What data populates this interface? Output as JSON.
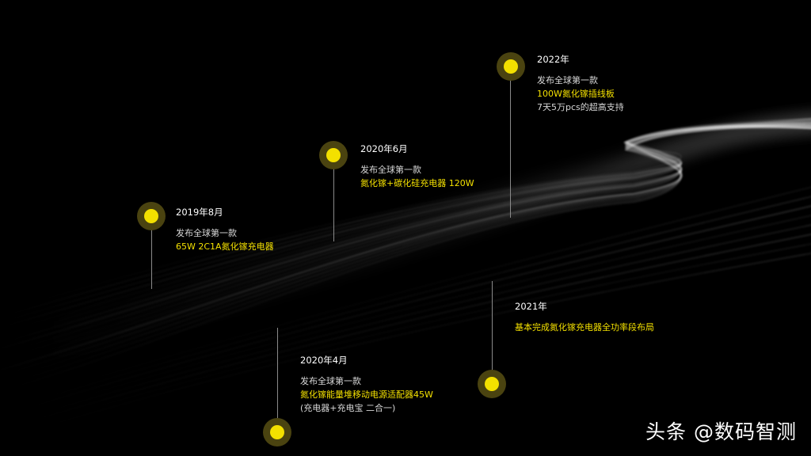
{
  "events": [
    {
      "id": "2019-08",
      "year": "2019年8月",
      "lines": [
        {
          "text": "发布全球第一款",
          "hl": false
        },
        {
          "text": "65W 2C1A氮化镓充电器",
          "hl": true
        }
      ]
    },
    {
      "id": "2020-06",
      "year": "2020年6月",
      "lines": [
        {
          "text": "发布全球第一款",
          "hl": false
        },
        {
          "text": "氮化镓+碳化硅充电器 120W",
          "hl": true
        }
      ]
    },
    {
      "id": "2022",
      "year": "2022年",
      "lines": [
        {
          "text": "发布全球第一款",
          "hl": false
        },
        {
          "text": "100W氮化镓插线板",
          "hl": true
        },
        {
          "text": "7天5万pcs的超高支持",
          "hl": false
        }
      ]
    },
    {
      "id": "2020-04",
      "year": "2020年4月",
      "lines": [
        {
          "text": "发布全球第一款",
          "hl": false
        },
        {
          "text": "氮化镓能量堆移动电源适配器45W",
          "hl": true
        },
        {
          "text": "(充电器+充电宝 二合一)",
          "hl": false
        }
      ]
    },
    {
      "id": "2021",
      "year": "2021年",
      "lines": [
        {
          "text": "基本完成氮化镓充电器全功率段布局",
          "hl": true
        }
      ]
    }
  ],
  "watermark": "头条 @数码智测",
  "colors": {
    "background": "#000000",
    "accent": "#f3e000",
    "dot_ring": "#4a4310",
    "text": "#d8d8d8",
    "stem": "#8a8a8a"
  }
}
